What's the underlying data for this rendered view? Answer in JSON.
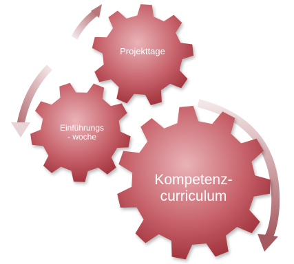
{
  "diagram": {
    "gears": [
      {
        "id": "projekttage",
        "label": "Projekttage"
      },
      {
        "id": "einfuehrungswoche",
        "label_line1": "Einführungs",
        "label_line2": "- woche"
      },
      {
        "id": "kompetenzcurriculum",
        "label_line1": "Kompetenz-",
        "label_line2": "curriculum"
      }
    ],
    "colors": {
      "gear_light": "#e9b3b8",
      "gear_mid": "#c8646c",
      "gear_dark": "#9a2a34",
      "arrow_dark": "#a55a60",
      "arrow_light": "#f2e4e5"
    },
    "arrows": [
      {
        "direction": "clockwise",
        "from": "einfuehrungswoche",
        "to": "projekttage"
      },
      {
        "direction": "counterclockwise",
        "from": "projekttage",
        "to": "einfuehrungswoche"
      },
      {
        "direction": "clockwise",
        "around": "kompetenzcurriculum"
      }
    ]
  }
}
